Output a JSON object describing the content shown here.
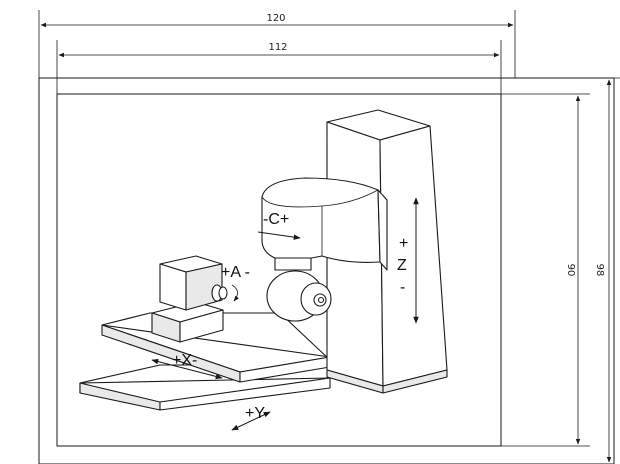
{
  "dimensions": {
    "outer_width": "120",
    "inner_width": "112",
    "inner_height": "90",
    "outer_height": "98"
  },
  "axes": {
    "c_axis": "-C+",
    "a_axis": "+A -",
    "x_axis": "+X-",
    "y_axis": "+Y-",
    "z_plus": "+",
    "z_label": "Z",
    "z_minus": "-"
  }
}
